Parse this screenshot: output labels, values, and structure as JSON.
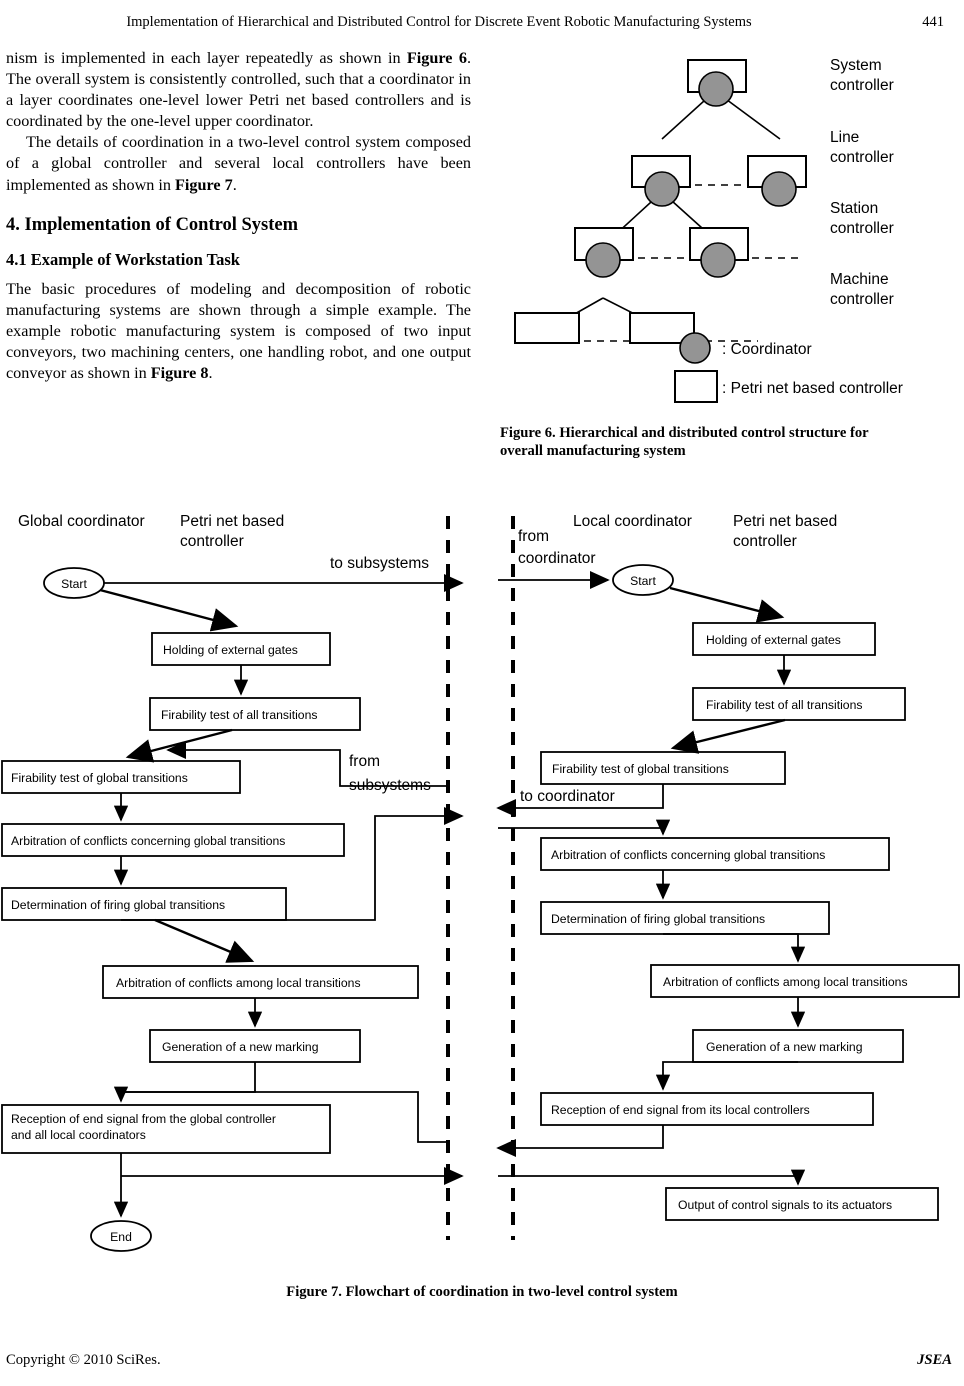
{
  "running_head": {
    "title": "Implementation of Hierarchical and Distributed Control for Discrete Event Robotic Manufacturing Systems",
    "page_number": "441"
  },
  "body": {
    "paragraph_1_part1": "nism is implemented in each layer repeatedly as shown in ",
    "paragraph_1_ref": "Figure 6",
    "paragraph_1_part2": ". The overall system is consistently controlled, such that a coordinator in a layer coordinates one-level lower Petri net based controllers and is coordinated by the one-level upper coordinator.",
    "paragraph_2_part1": "The details of coordination in a two-level control system composed of a global controller and several local controllers have been implemented as shown in ",
    "paragraph_2_ref": "Figure 7",
    "paragraph_2_part2": ".",
    "heading_section_4": "4. Implementation of Control System",
    "heading_section_41": "4.1 Example of Workstation Task",
    "paragraph_3_part1": "The basic procedures of modeling and decomposition of robotic manufacturing systems are shown through a simple example. The example robotic manufacturing system is composed of two input conveyors, two machining centers, one handling robot, and one output conveyor as shown in ",
    "paragraph_3_ref": "Figure 8",
    "paragraph_3_part2": "."
  },
  "figure6": {
    "caption_line1": "Figure 6. Hierarchical and distributed control structure for",
    "caption_line2": "overall manufacturing system",
    "levels": [
      {
        "name": "system",
        "label_line1": "System",
        "label_line2": "controller"
      },
      {
        "name": "line",
        "label_line1": "Line",
        "label_line2": "controller"
      },
      {
        "name": "station",
        "label_line1": "Station",
        "label_line2": "controller"
      },
      {
        "name": "machine",
        "label_line1": "Machine",
        "label_line2": "controller"
      }
    ],
    "legend": [
      {
        "symbol": "circle",
        "text": ": Coordinator"
      },
      {
        "symbol": "rect",
        "text": ": Petri net based controller"
      }
    ],
    "colors": {
      "coordinator_fill": "#949494",
      "stroke": "#000000"
    }
  },
  "figure7": {
    "caption": "Figure 7. Flowchart of coordination in two-level control system",
    "left": {
      "title_coordinator": "Global coordinator",
      "title_controller_line1": "Petri net based",
      "title_controller_line2": "controller",
      "start": "Start",
      "end": "End",
      "channel_labels": [
        {
          "name": "to-subsystems",
          "text": "to subsystems"
        },
        {
          "name": "from-subsystems-line1",
          "text": "from"
        },
        {
          "name": "from-subsystems-line2",
          "text": "subsystems"
        }
      ],
      "steps": [
        "Holding of external gates",
        "Firability test of all transitions",
        "Firability test of global transitions",
        "Arbitration of conflicts concerning global transitions",
        "Determination of firing global transitions",
        "Arbitration of conflicts among local transitions",
        "Generation of a new marking"
      ],
      "reception_line1": "Reception of end signal from the global controller",
      "reception_line2": "and all local coordinators"
    },
    "right": {
      "title_coordinator": "Local coordinator",
      "title_controller_line1": "Petri net based",
      "title_controller_line2": "controller",
      "start": "Start",
      "channel_labels": [
        {
          "name": "from-coordinator-line1",
          "text": "from"
        },
        {
          "name": "from-coordinator-line2",
          "text": "coordinator"
        },
        {
          "name": "to-coordinator",
          "text": "to coordinator"
        }
      ],
      "steps": [
        "Holding of external gates",
        "Firability test of all transitions",
        "Firability test of global transitions",
        "Arbitration of conflicts concerning global transitions",
        "Determination of firing global transitions",
        "Arbitration of conflicts among local transitions",
        "Generation of a new marking",
        "Reception of end signal from its local controllers",
        "Output of control signals to its actuators"
      ]
    }
  },
  "footer": {
    "copyright": "Copyright © 2010 SciRes.",
    "journal": "JSEA"
  }
}
